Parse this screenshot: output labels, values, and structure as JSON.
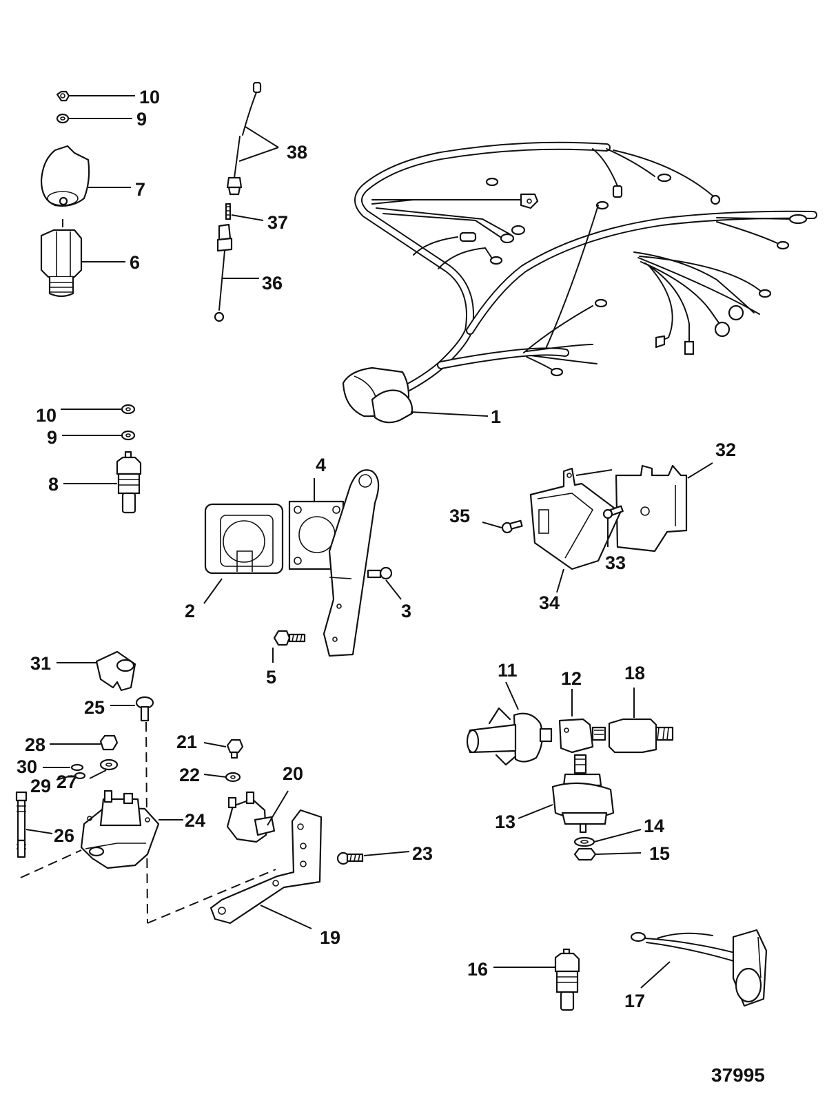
{
  "diagram": {
    "reference_number": "37995",
    "callouts": [
      {
        "id": "c1",
        "label": "1"
      },
      {
        "id": "c2",
        "label": "2"
      },
      {
        "id": "c3",
        "label": "3"
      },
      {
        "id": "c4",
        "label": "4"
      },
      {
        "id": "c5",
        "label": "5"
      },
      {
        "id": "c6",
        "label": "6"
      },
      {
        "id": "c7",
        "label": "7"
      },
      {
        "id": "c8",
        "label": "8"
      },
      {
        "id": "c9a",
        "label": "9"
      },
      {
        "id": "c9b",
        "label": "9"
      },
      {
        "id": "c10a",
        "label": "10"
      },
      {
        "id": "c10b",
        "label": "10"
      },
      {
        "id": "c11",
        "label": "11"
      },
      {
        "id": "c12",
        "label": "12"
      },
      {
        "id": "c13",
        "label": "13"
      },
      {
        "id": "c14",
        "label": "14"
      },
      {
        "id": "c15",
        "label": "15"
      },
      {
        "id": "c16",
        "label": "16"
      },
      {
        "id": "c17",
        "label": "17"
      },
      {
        "id": "c18",
        "label": "18"
      },
      {
        "id": "c19",
        "label": "19"
      },
      {
        "id": "c20",
        "label": "20"
      },
      {
        "id": "c21",
        "label": "21"
      },
      {
        "id": "c22",
        "label": "22"
      },
      {
        "id": "c23",
        "label": "23"
      },
      {
        "id": "c24",
        "label": "24"
      },
      {
        "id": "c25",
        "label": "25"
      },
      {
        "id": "c26",
        "label": "26"
      },
      {
        "id": "c27",
        "label": "27"
      },
      {
        "id": "c28",
        "label": "28"
      },
      {
        "id": "c29",
        "label": "29"
      },
      {
        "id": "c30",
        "label": "30"
      },
      {
        "id": "c31",
        "label": "31"
      },
      {
        "id": "c32",
        "label": "32"
      },
      {
        "id": "c33",
        "label": "33"
      },
      {
        "id": "c34",
        "label": "34"
      },
      {
        "id": "c35",
        "label": "35"
      },
      {
        "id": "c36",
        "label": "36"
      },
      {
        "id": "c37",
        "label": "37"
      },
      {
        "id": "c38",
        "label": "38"
      }
    ]
  }
}
